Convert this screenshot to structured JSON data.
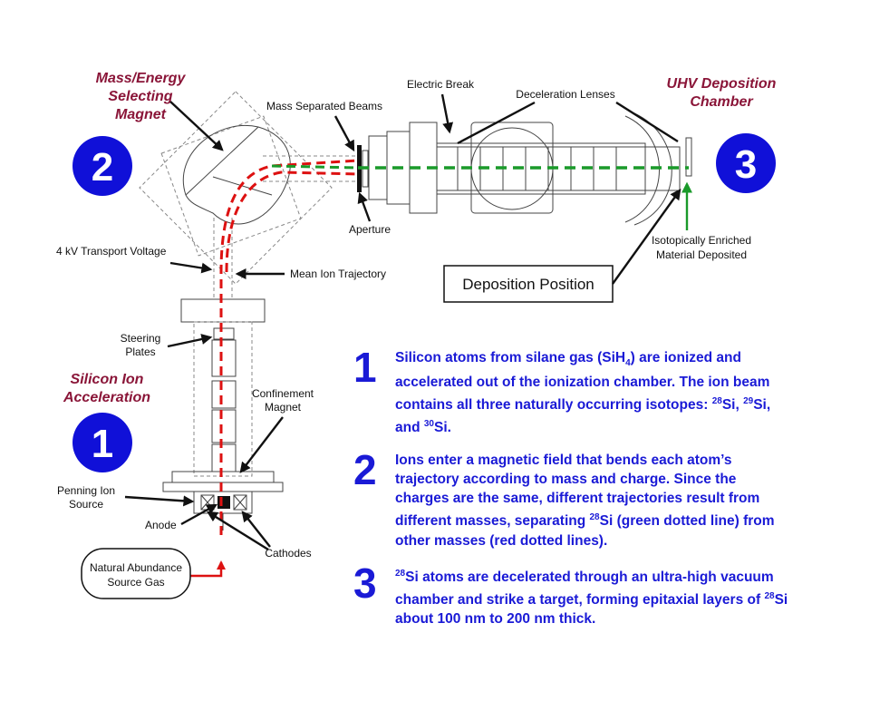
{
  "colors": {
    "heading": "#8a1538",
    "badge": "#1010d8",
    "text_blue": "#1a1ad6",
    "green_beam": "#1a9a2a",
    "red_beam": "#dd1111"
  },
  "headings": {
    "magnet_line1": "Mass/Energy",
    "magnet_line2": "Selecting",
    "magnet_line3": "Magnet",
    "uhv_line1": "UHV Deposition",
    "uhv_line2": "Chamber",
    "silicon_line1": "Silicon Ion",
    "silicon_line2": "Acceleration"
  },
  "badges": {
    "one": "1",
    "two": "2",
    "three": "3"
  },
  "labels": {
    "mass_separated_beams": "Mass Separated Beams",
    "electric_break": "Electric Break",
    "deceleration_lenses": "Deceleration Lenses",
    "aperture": "Aperture",
    "transport_voltage": "4 kV Transport Voltage",
    "mean_ion_trajectory": "Mean Ion Trajectory",
    "deposition_position": "Deposition Position",
    "enriched_line1": "Isotopically Enriched",
    "enriched_line2": "Material Deposited",
    "steering_line1": "Steering",
    "steering_line2": "Plates",
    "confinement_line1": "Confinement",
    "confinement_line2": "Magnet",
    "penning_line1": "Penning Ion",
    "penning_line2": "Source",
    "anode": "Anode",
    "cathodes": "Cathodes",
    "source_gas_line1": "Natural Abundance",
    "source_gas_line2": "Source Gas"
  },
  "steps": [
    {
      "num": "1",
      "p1": "Silicon atoms from silane gas (SiH",
      "sub": "4",
      "p2": ") are ionized and accelerated out of the ionization chamber. The ion beam contains all three naturally occurring isotopes: ",
      "iso1": "28",
      "t1": "Si, ",
      "iso2": "29",
      "t2": "Si, and ",
      "iso3": "30",
      "t3": "Si."
    },
    {
      "num": "2",
      "p1": "Ions enter a magnetic field that bends each atom’s trajectory according to mass and charge. Since the charges are the same, different trajectories result from different masses, separating ",
      "iso": "28",
      "p2": "Si (green dotted line) from other masses (red dotted lines)."
    },
    {
      "num": "3",
      "iso1": "28",
      "p1": "Si atoms are decelerated through an ultra-high vacuum chamber and strike a target, forming epitaxial layers of ",
      "iso2": "28",
      "p2": "Si about 100 nm to 200 nm thick."
    }
  ]
}
